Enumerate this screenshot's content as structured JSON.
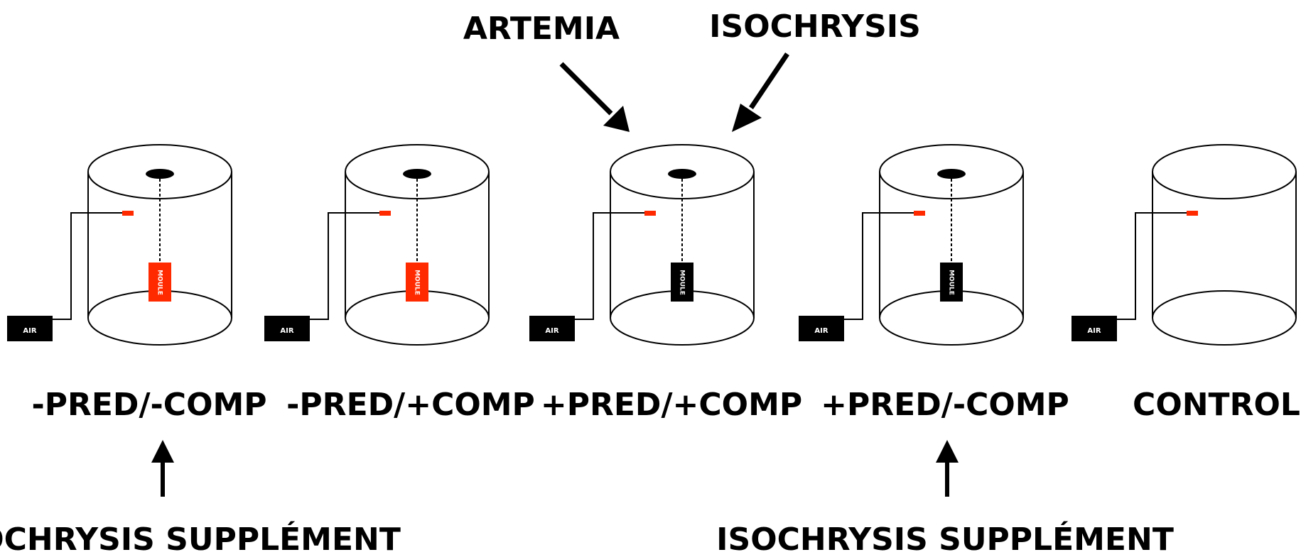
{
  "top_labels": {
    "artemia": "ARTEMIA",
    "isochrysis": "ISOCHRYSIS"
  },
  "tanks": [
    {
      "condition": "-PRED/-COMP",
      "air": "AIR",
      "has_mussel": true,
      "mussel_label": "MOULE",
      "mussel_color": "#ff2a00"
    },
    {
      "condition": "-PRED/+COMP",
      "air": "AIR",
      "has_mussel": true,
      "mussel_label": "MOULE",
      "mussel_color": "#ff2a00"
    },
    {
      "condition": "+PRED/+COMP",
      "air": "AIR",
      "has_mussel": true,
      "mussel_label": "MOULE",
      "mussel_color": "#000000"
    },
    {
      "condition": "+PRED/-COMP",
      "air": "AIR",
      "has_mussel": true,
      "mussel_label": "MOULE",
      "mussel_color": "#000000"
    },
    {
      "condition": "CONTROLE",
      "air": "AIR",
      "has_mussel": false
    }
  ],
  "supplements": [
    {
      "label": "ISOCHRYSIS SUPPLÉMENT"
    },
    {
      "label": "ISOCHRYSIS SUPPLÉMENT"
    }
  ],
  "colors": {
    "stroke": "#000000",
    "accent_red": "#ff2a00",
    "background": "#ffffff"
  }
}
